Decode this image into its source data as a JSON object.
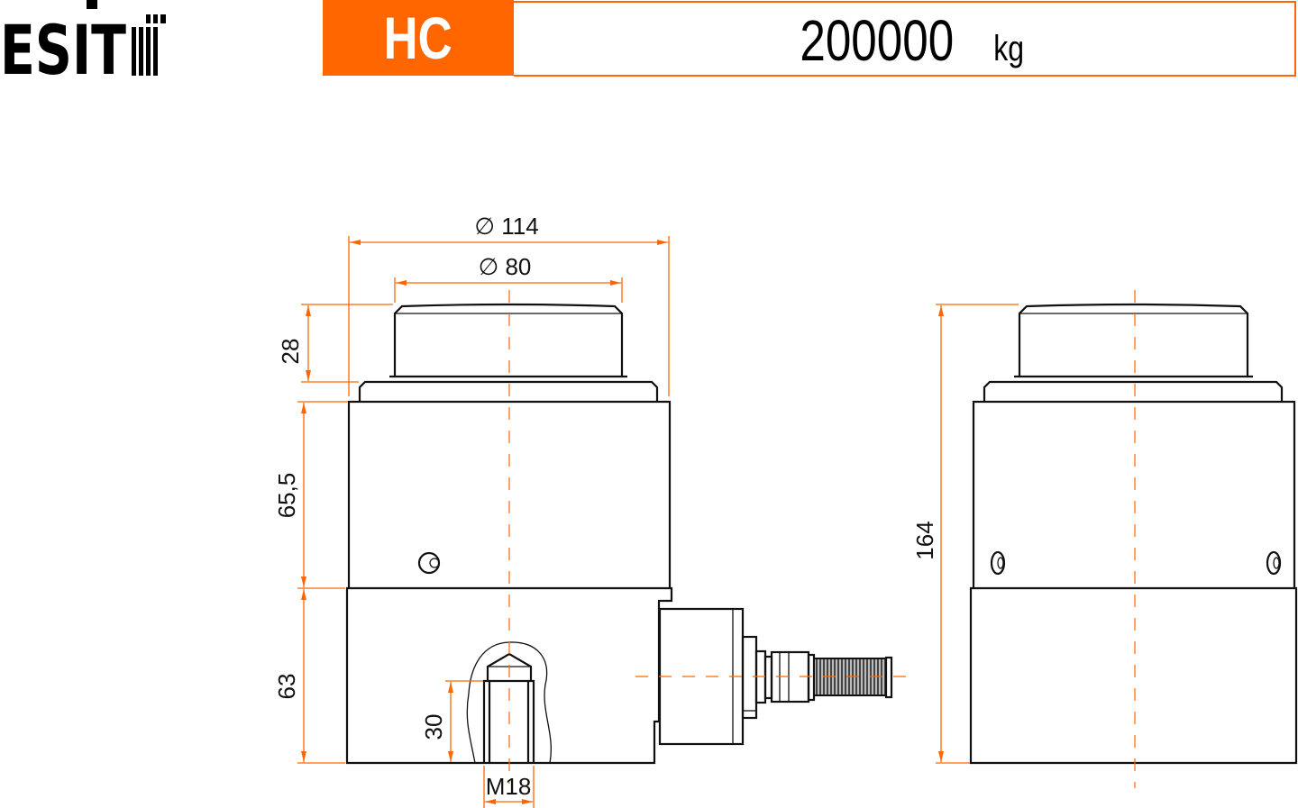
{
  "logo": {
    "text": "ESİT"
  },
  "header": {
    "model": "HC",
    "capacity": "200000",
    "unit": "kg"
  },
  "colors": {
    "accent": "#ff6600",
    "line": "#111111"
  },
  "dimensions": {
    "outer_diameter": "∅ 114",
    "ram_diameter": "∅ 80",
    "stroke": "28",
    "upper_body": "65,5",
    "lower_body": "63",
    "thread_depth": "30",
    "thread": "M18",
    "total_height": "164"
  }
}
